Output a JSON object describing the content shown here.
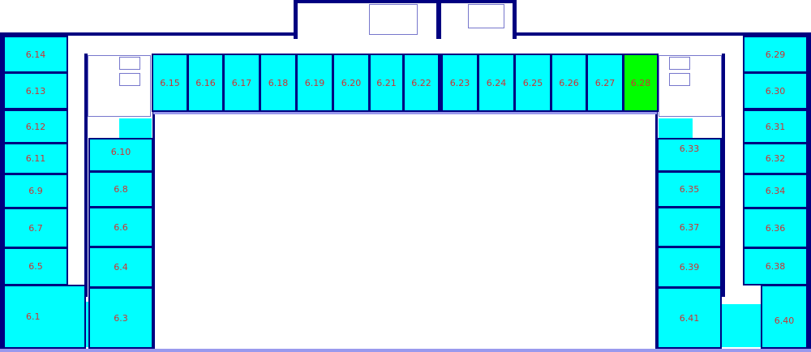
{
  "floor_plan": {
    "highlight_color": "#00ff00",
    "room_color": "#00ffff",
    "wall_color": "#000080",
    "label_color": "#cc3333",
    "rooms": {
      "r6_1": {
        "label": "6.1",
        "selected": false
      },
      "r6_3": {
        "label": "6.3",
        "selected": false
      },
      "r6_4": {
        "label": "6.4",
        "selected": false
      },
      "r6_5": {
        "label": "6.5",
        "selected": false
      },
      "r6_6": {
        "label": "6.6",
        "selected": false
      },
      "r6_7": {
        "label": "6.7",
        "selected": false
      },
      "r6_8": {
        "label": "6.8",
        "selected": false
      },
      "r6_9": {
        "label": "6.9",
        "selected": false
      },
      "r6_10": {
        "label": "6.10",
        "selected": false
      },
      "r6_11": {
        "label": "6.11",
        "selected": false
      },
      "r6_12": {
        "label": "6.12",
        "selected": false
      },
      "r6_13": {
        "label": "6.13",
        "selected": false
      },
      "r6_14": {
        "label": "6.14",
        "selected": false
      },
      "r6_15": {
        "label": "6.15",
        "selected": false
      },
      "r6_16": {
        "label": "6.16",
        "selected": false
      },
      "r6_17": {
        "label": "6.17",
        "selected": false
      },
      "r6_18": {
        "label": "6.18",
        "selected": false
      },
      "r6_19": {
        "label": "6.19",
        "selected": false
      },
      "r6_20": {
        "label": "6.20",
        "selected": false
      },
      "r6_21": {
        "label": "6.21",
        "selected": false
      },
      "r6_22": {
        "label": "6.22",
        "selected": false
      },
      "r6_23": {
        "label": "6.23",
        "selected": false
      },
      "r6_24": {
        "label": "6.24",
        "selected": false
      },
      "r6_25": {
        "label": "6.25",
        "selected": false
      },
      "r6_26": {
        "label": "6.26",
        "selected": false
      },
      "r6_27": {
        "label": "6.27",
        "selected": false
      },
      "r6_28": {
        "label": "6.28",
        "selected": true
      },
      "r6_29": {
        "label": "6.29",
        "selected": false
      },
      "r6_30": {
        "label": "6.30",
        "selected": false
      },
      "r6_31": {
        "label": "6.31",
        "selected": false
      },
      "r6_32": {
        "label": "6.32",
        "selected": false
      },
      "r6_33": {
        "label": "6.33",
        "selected": false
      },
      "r6_34": {
        "label": "6.34",
        "selected": false
      },
      "r6_35": {
        "label": "6.35",
        "selected": false
      },
      "r6_36": {
        "label": "6.36",
        "selected": false
      },
      "r6_37": {
        "label": "6.37",
        "selected": false
      },
      "r6_38": {
        "label": "6.38",
        "selected": false
      },
      "r6_39": {
        "label": "6.39",
        "selected": false
      },
      "r6_40": {
        "label": "6.40",
        "selected": false
      },
      "r6_41": {
        "label": "6.41",
        "selected": false
      }
    }
  }
}
